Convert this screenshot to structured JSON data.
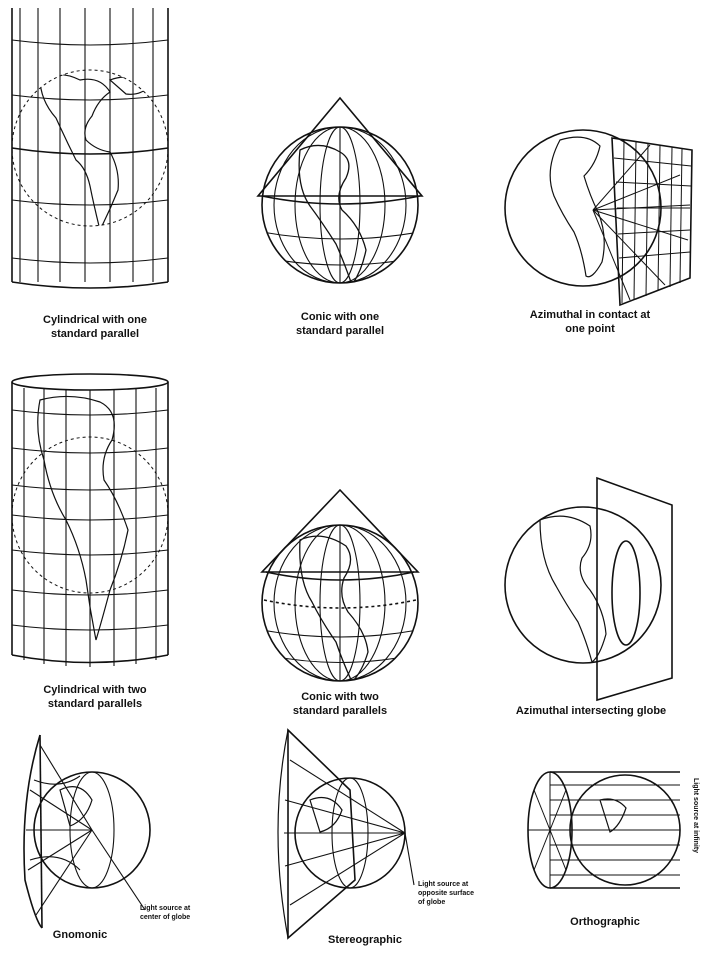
{
  "captions": {
    "cyl_one": [
      "Cylindrical with one",
      "standard parallel"
    ],
    "conic_one": [
      "Conic with one",
      "standard parallel"
    ],
    "azi_contact": [
      "Azimuthal in contact at",
      "one point"
    ],
    "cyl_two": [
      "Cylindrical with two",
      "standard parallels"
    ],
    "conic_two": [
      "Conic with two",
      "standard parallels"
    ],
    "azi_intersect": [
      "Azimuthal intersecting globe"
    ],
    "gnomonic": [
      "Gnomonic"
    ],
    "stereographic": [
      "Stereographic"
    ],
    "orthographic": [
      "Orthographic"
    ]
  },
  "annotations": {
    "gnomonic_light": [
      "Light source at",
      "center of globe"
    ],
    "stereo_light": [
      "Light source at",
      "opposite surface",
      "of globe"
    ],
    "ortho_light": "Light source at infinity"
  }
}
